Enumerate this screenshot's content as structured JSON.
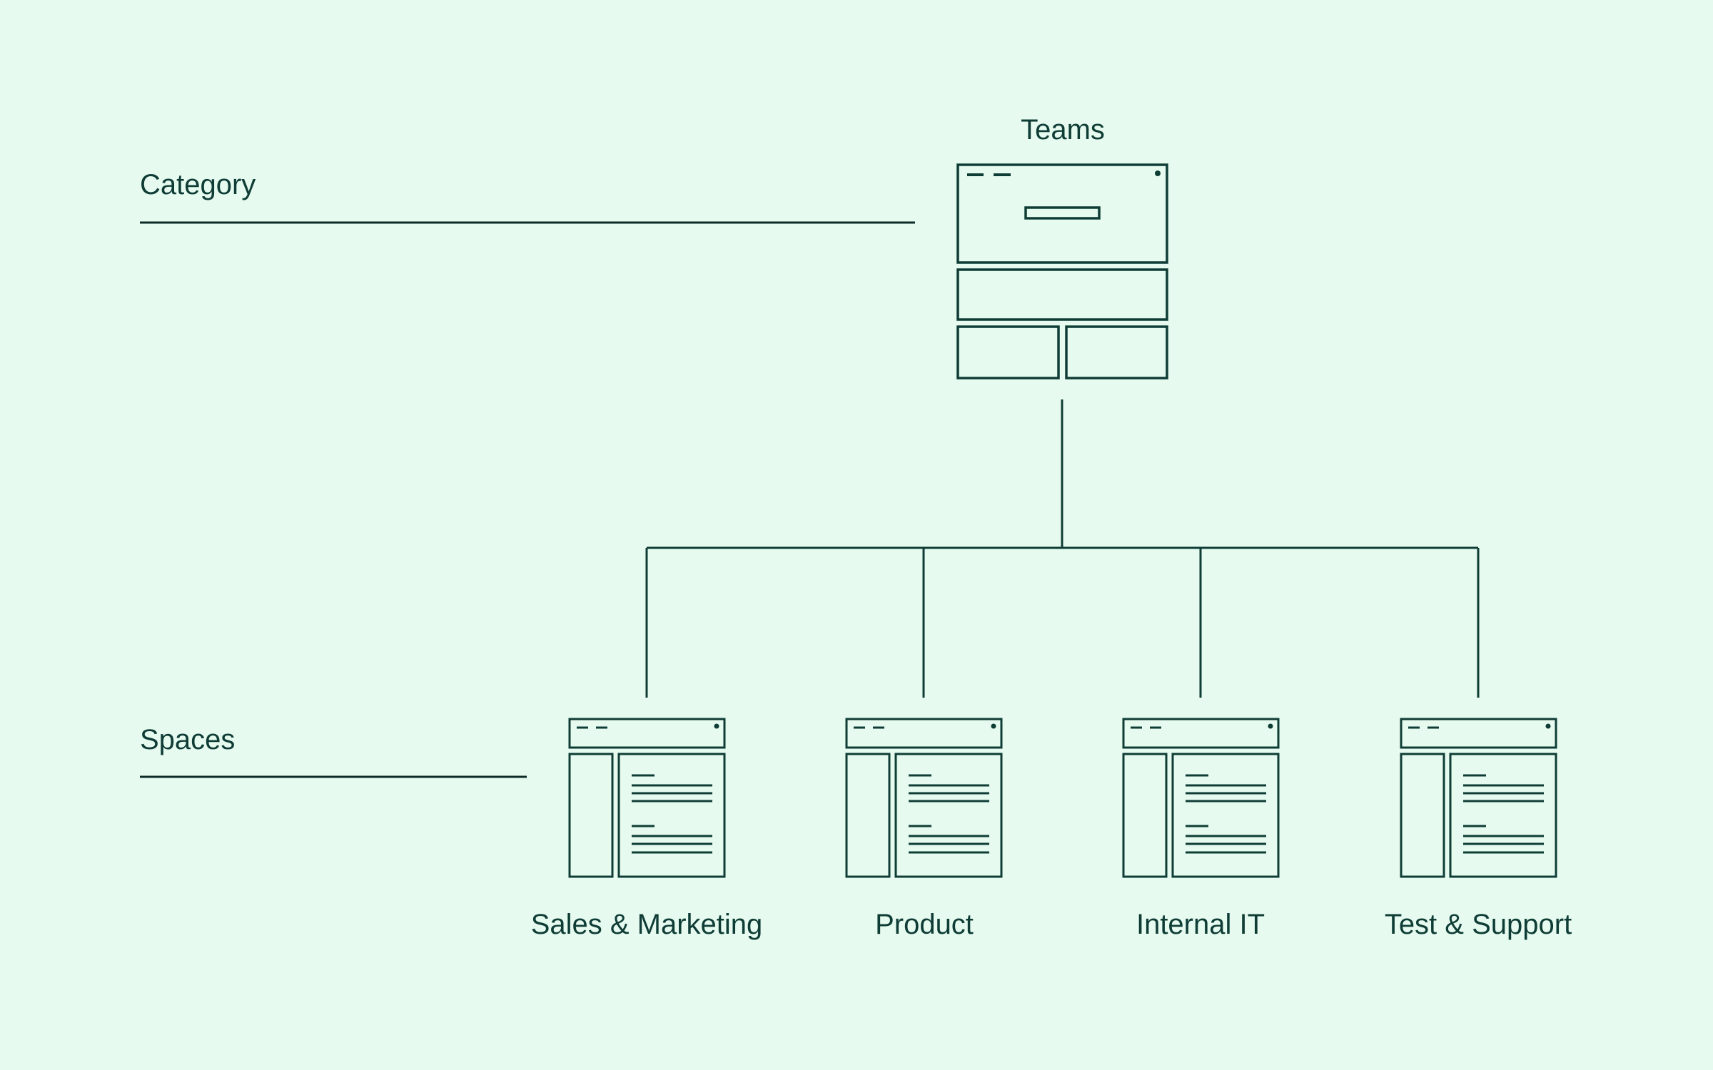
{
  "colors": {
    "background": "#e6faef",
    "stroke": "#0f3d36",
    "rule": "#0d2b26"
  },
  "levels": {
    "category": "Category",
    "spaces": "Spaces"
  },
  "root": {
    "label": "Teams",
    "icon": "teams-page-wireframe-icon"
  },
  "children": [
    {
      "label": "Sales & Marketing",
      "icon": "space-page-wireframe-icon"
    },
    {
      "label": "Product",
      "icon": "space-page-wireframe-icon"
    },
    {
      "label": "Internal IT",
      "icon": "space-page-wireframe-icon"
    },
    {
      "label": "Test & Support",
      "icon": "space-page-wireframe-icon"
    }
  ]
}
